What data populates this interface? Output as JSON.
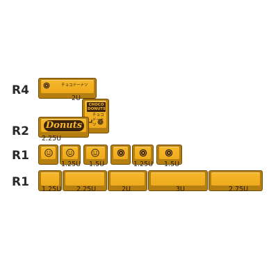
{
  "rows": {
    "r4": "R4",
    "r2": "R2",
    "r1a": "R1",
    "r1b": "R1"
  },
  "keys": {
    "donut_jp": {
      "icon": "donut-icon",
      "legend": "チョコドーナツ",
      "size": "2U"
    },
    "choco_donuts": {
      "logo": "CHOCO DONUTS",
      "legend": "チョコ ドーナツ",
      "icon": "donut-icon"
    },
    "donuts_logo": {
      "logo": "Donuts",
      "size": "2.25U"
    },
    "smiley_1": {
      "icon": "smiley-icon",
      "size": "1.25U"
    },
    "smiley_2": {
      "icon": "smiley-icon",
      "size": "1.5U"
    },
    "donut_1": {
      "icon": "donut-icon",
      "size": "1.25U"
    },
    "donut_2": {
      "icon": "donut-icon",
      "size": "1.5U"
    },
    "mod_1": {
      "size": "1.25U"
    },
    "mod_2": {
      "size": "2.25U"
    },
    "mod_3": {
      "size": "2U"
    },
    "mod_4": {
      "size": "3U"
    },
    "mod_5": {
      "size": "2.75U"
    }
  },
  "colors": {
    "keycap_top": "#f6b82c",
    "keycap_side": "#b57e10",
    "legend": "#3a2410",
    "background": "#ffffff"
  }
}
